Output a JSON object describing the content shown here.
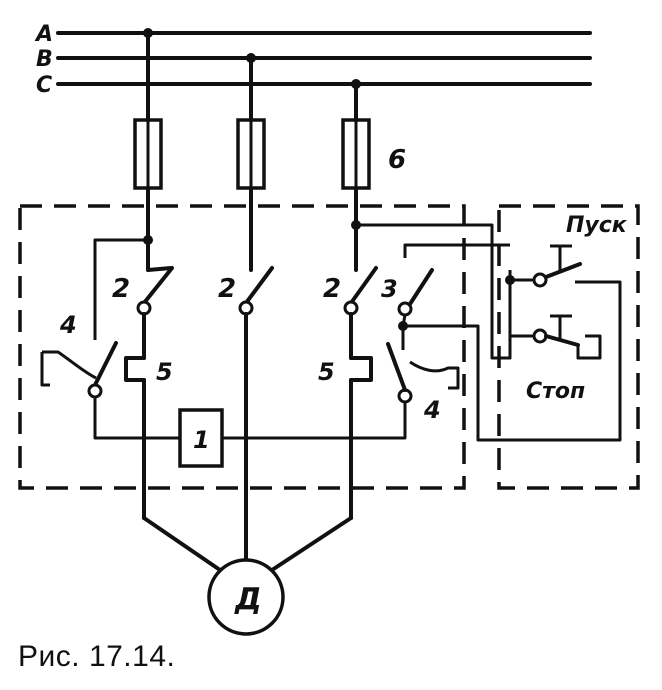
{
  "phases": [
    "A",
    "B",
    "C"
  ],
  "labels": {
    "motor": "Д",
    "relay": "1",
    "main_contacts": "2",
    "aux_contact": "3",
    "thermal_contact": "4",
    "heater": "5",
    "fuses": "6",
    "start_button": "Пуск",
    "stop_button": "Стоп"
  },
  "caption": "Рис. 17.14."
}
